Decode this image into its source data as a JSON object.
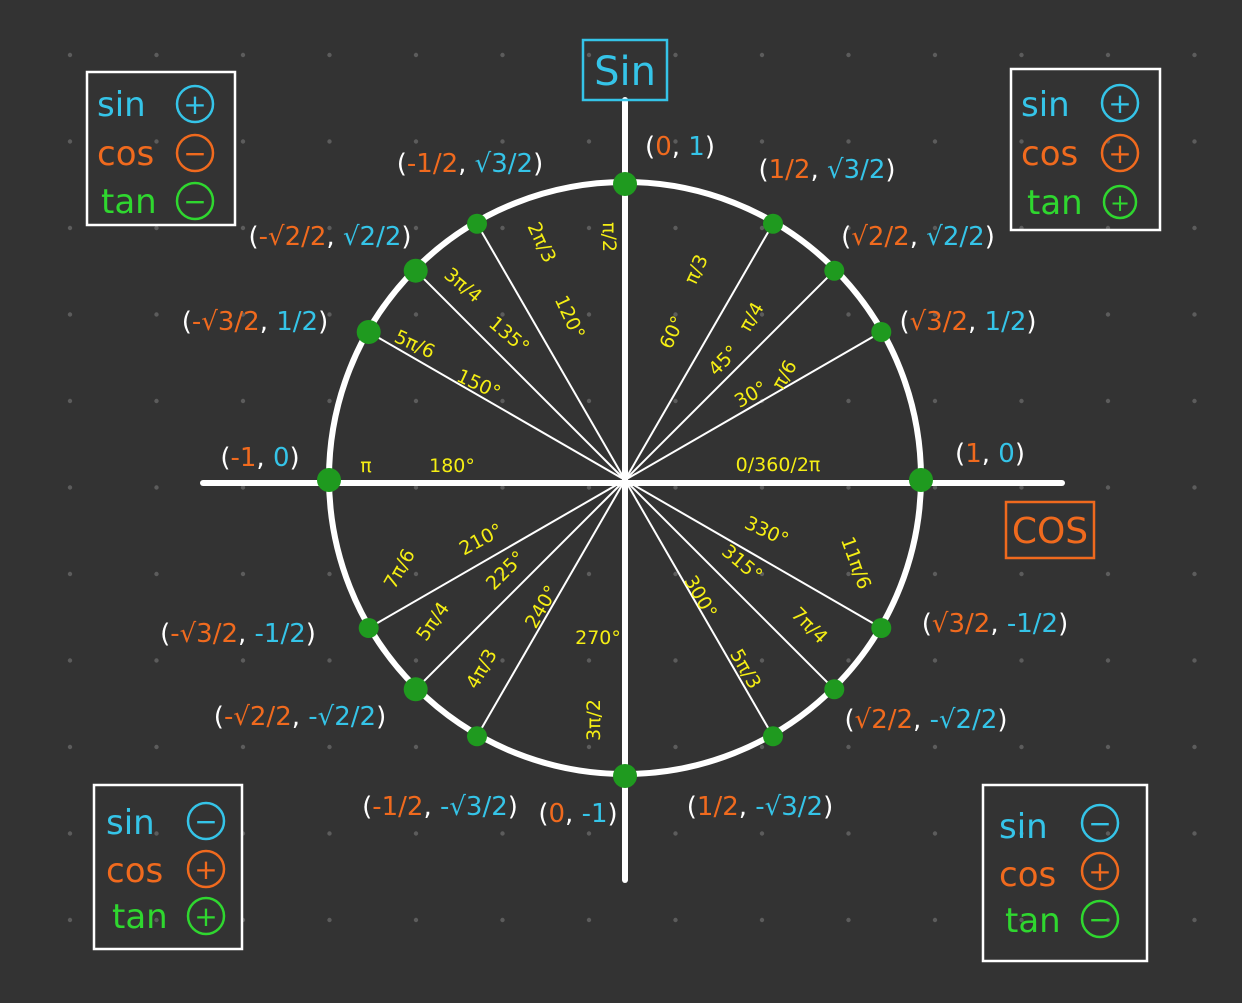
{
  "colors": {
    "background": "#333333",
    "sin": "#35c4e8",
    "cos": "#f06a1e",
    "tan": "#2fd72f",
    "angle": "#f5ee14",
    "point": "#1f9a1f",
    "line": "#ffffff"
  },
  "axes": {
    "sin_label": "Sin",
    "cos_label": "COS"
  },
  "quadrants": {
    "q1": {
      "sin": "sin",
      "sin_sign": "+",
      "cos": "cos",
      "cos_sign": "+",
      "tan": "tan",
      "tan_sign": "+"
    },
    "q2": {
      "sin": "sin",
      "sin_sign": "+",
      "cos": "cos",
      "cos_sign": "−",
      "tan": "tan",
      "tan_sign": "−"
    },
    "q3": {
      "sin": "sin",
      "sin_sign": "−",
      "cos": "cos",
      "cos_sign": "+",
      "tan": "tan",
      "tan_sign": "+"
    },
    "q4": {
      "sin": "sin",
      "sin_sign": "−",
      "cos": "cos",
      "cos_sign": "+",
      "tan": "tan",
      "tan_sign": "−"
    }
  },
  "angles": {
    "a0": "0/360/2π",
    "a30": "30°",
    "a30r": "π/6",
    "a45": "45°",
    "a45r": "π/4",
    "a60": "60°",
    "a60r": "π/3",
    "a90r": "π/2",
    "a120": "120°",
    "a120r": "2π/3",
    "a135": "135°",
    "a135r": "3π/4",
    "a150": "150°",
    "a150r": "5π/6",
    "a180": "180°",
    "a180r": "π",
    "a210": "210°",
    "a210r": "7π/6",
    "a225": "225°",
    "a225r": "5π/4",
    "a240": "240°",
    "a240r": "4π/3",
    "a270": "270°",
    "a270r": "3π/2",
    "a300": "300°",
    "a300r": "5π/3",
    "a315": "315°",
    "a315r": "7π/4",
    "a330": "330°",
    "a330r": "11π/6"
  },
  "coords": {
    "p0": {
      "x": "1",
      "y": "0"
    },
    "p30": {
      "x": "√3/2",
      "y": "1/2"
    },
    "p45": {
      "x": "√2/2",
      "y": "√2/2"
    },
    "p60": {
      "x": "1/2",
      "y": "√3/2"
    },
    "p90": {
      "x": "0",
      "y": "1"
    },
    "p120": {
      "x": "-1/2",
      "y": "√3/2"
    },
    "p135": {
      "x": "-√2/2",
      "y": "√2/2"
    },
    "p150": {
      "x": "-√3/2",
      "y": "1/2"
    },
    "p180": {
      "x": "-1",
      "y": "0"
    },
    "p210": {
      "x": "-√3/2",
      "y": "-1/2"
    },
    "p225": {
      "x": "-√2/2",
      "y": "-√2/2"
    },
    "p240": {
      "x": "-1/2",
      "y": "-√3/2"
    },
    "p270": {
      "x": "0",
      "y": "-1"
    },
    "p300": {
      "x": "1/2",
      "y": "-√3/2"
    },
    "p315": {
      "x": "√2/2",
      "y": "-√2/2"
    },
    "p330": {
      "x": "√3/2",
      "y": "-1/2"
    }
  }
}
